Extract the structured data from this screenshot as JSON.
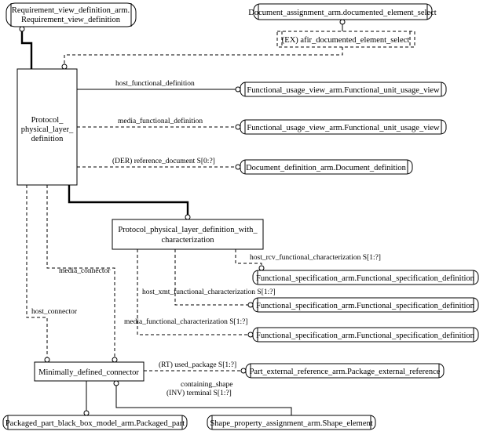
{
  "entities": {
    "requirement_view": [
      "Requirement_view_definition_arm.",
      "Requirement_view_definition"
    ],
    "document_assignment": "Document_assignment_arm.documented_element_select",
    "afir_select": "(EX) afir_documented_element_select",
    "protocol_layer": [
      "Protocol_",
      "physical_layer_",
      "definition"
    ],
    "func_usage_1": "Functional_usage_view_arm.Functional_unit_usage_view",
    "func_usage_2": "Functional_usage_view_arm.Functional_unit_usage_view",
    "document_definition": "Document_definition_arm.Document_definition",
    "with_characterization": [
      "Protocol_physical_layer_definition_with_",
      "characterization"
    ],
    "func_spec_1": "Functional_specification_arm.Functional_specification_definition",
    "func_spec_2": "Functional_specification_arm.Functional_specification_definition",
    "func_spec_3": "Functional_specification_arm.Functional_specification_definition",
    "min_connector": "Minimally_defined_connector",
    "package_ext_ref": "Part_external_reference_arm.Package_external_reference",
    "packaged_part": "Packaged_part_black_box_model_arm.Packaged_part",
    "shape_element": "Shape_property_assignment_arm.Shape_element"
  },
  "relations": {
    "host_functional_definition": "host_functional_definition",
    "media_functional_definition": "media_functional_definition",
    "reference_document": "(DER) reference_document S[0:?]",
    "host_rcv": "host_rcv_functional_characterization S[1:?]",
    "host_xmt": "host_xmt_functional_characterization S[1:?]",
    "media_char": "media_functional_characterization S[1:?]",
    "media_connector": "media_connector",
    "host_connector": "host_connector",
    "used_package": "(RT) used_package S[1:?]",
    "containing_shape": "containing_shape",
    "terminal": "(INV) terminal S[1:?]"
  }
}
